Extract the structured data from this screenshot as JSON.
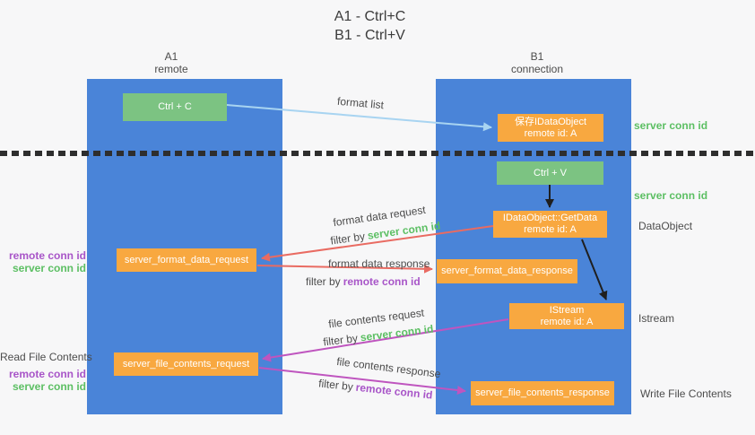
{
  "title": {
    "line1": "A1 - Ctrl+C",
    "line2": "B1 - Ctrl+V"
  },
  "columns": {
    "a1": {
      "name": "A1",
      "subtitle": "remote"
    },
    "b1": {
      "name": "B1",
      "subtitle": "connection"
    }
  },
  "nodes": {
    "ctrl_c": {
      "label": "Ctrl + C"
    },
    "save_idataobject": {
      "line1": "保存IDataObject",
      "line2": "remote id: A"
    },
    "ctrl_v": {
      "label": "Ctrl + V"
    },
    "getdata": {
      "line1": "IDataObject::GetData",
      "line2": "remote id: A"
    },
    "server_format_data_request": {
      "label": "server_format_data_request"
    },
    "server_format_data_response": {
      "label": "server_format_data_response"
    },
    "istream": {
      "line1": "IStream",
      "line2": "remote id: A"
    },
    "server_file_contents_request": {
      "label": "server_file_contents_request"
    },
    "server_file_contents_response": {
      "label": "server_file_contents_response"
    }
  },
  "edge_labels": {
    "format_list": "format list",
    "format_data_request": "format data request",
    "format_data_response": "format data response",
    "file_contents_request": "file contents request",
    "file_contents_response": "file contents response",
    "filter_by": "filter by",
    "server_conn_id": "server conn id",
    "remote_conn_id": "remote conn id"
  },
  "side_labels": {
    "server_conn_id_top": "server conn id",
    "server_conn_id_mid": "server conn id",
    "dataobject": "DataObject",
    "istream": "Istream",
    "write_file_contents": "Write File Contents",
    "read_file_contents": "Read File Contents",
    "remote_conn_id": "remote conn id",
    "server_conn_id": "server conn id"
  },
  "colors": {
    "background": "#f7f7f8",
    "lifeline_blue": "#4a84d8",
    "node_green": "#7cc382",
    "node_orange": "#f8a840",
    "green_id": "#5cbf63",
    "purple_id": "#a855c8",
    "arrow_red": "#e96b62",
    "arrow_magenta": "#bf55bf",
    "arrow_blue": "#a8d4f1",
    "arrow_black": "#1f1f1f",
    "text_dark": "#3c3c3c",
    "text_gray": "#4c4c4c",
    "divider_black": "#2e2e2e"
  }
}
